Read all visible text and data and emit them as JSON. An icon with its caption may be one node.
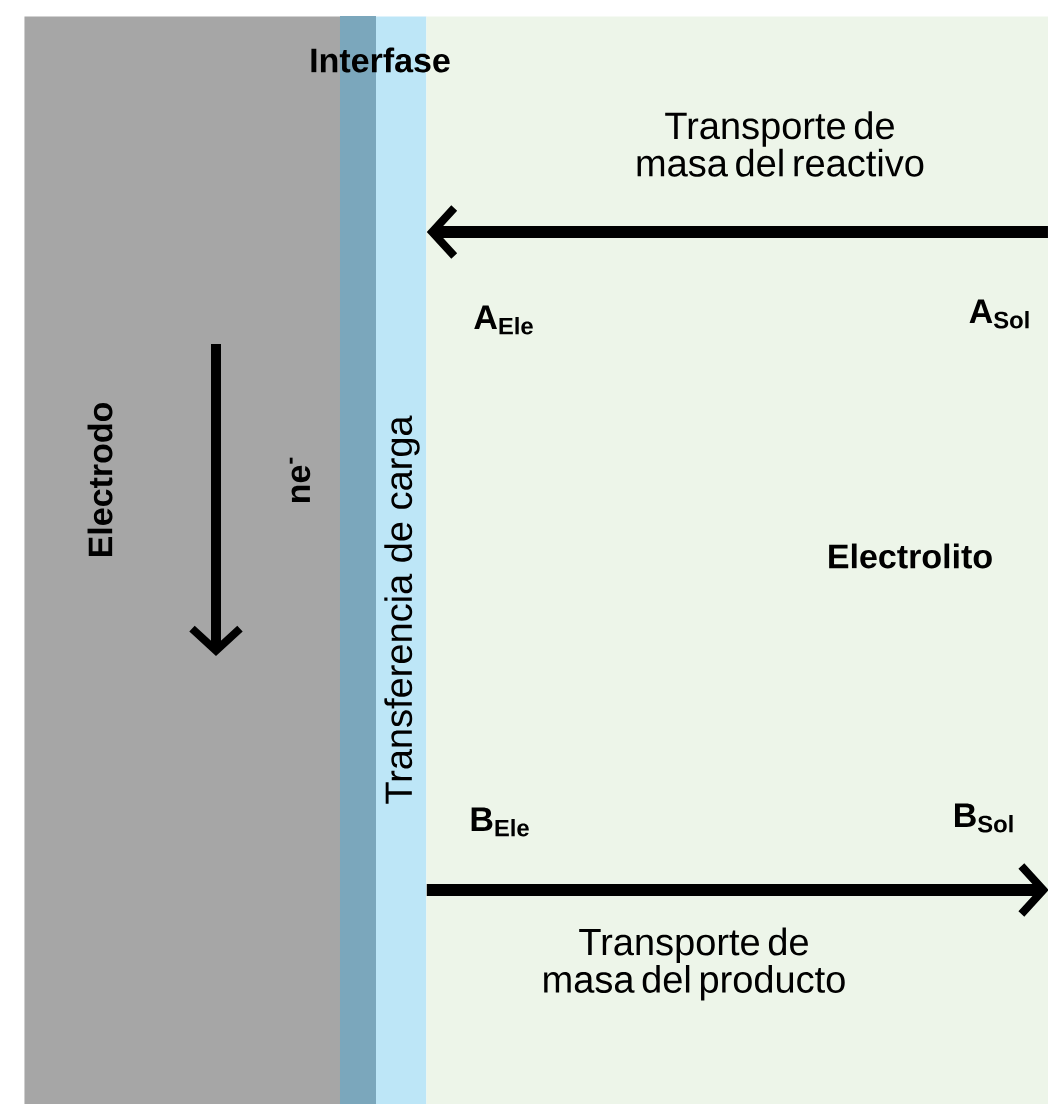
{
  "diagram": {
    "nodes": [
      {
        "text": [
          "Electrodo"
        ]
      },
      {
        "text": [
          "Interfase",
          "Transferencia de carga"
        ]
      },
      {
        "text": [
          "Electrolito"
        ]
      }
    ],
    "edges": [
      {
        "from": 2,
        "to": 1,
        "arrow": "to",
        "label": "Transporte de masa del reactivo"
      },
      {
        "from": 1,
        "to": 2,
        "arrow": "to",
        "label": "Transporte de masa del producto"
      }
    ],
    "labels": [
      "ne$^{-}$",
      "A$_{Ele}$",
      "A$_{Sol}$",
      "B$_{Ele}$",
      "B$_{Sol}$"
    ]
  }
}
